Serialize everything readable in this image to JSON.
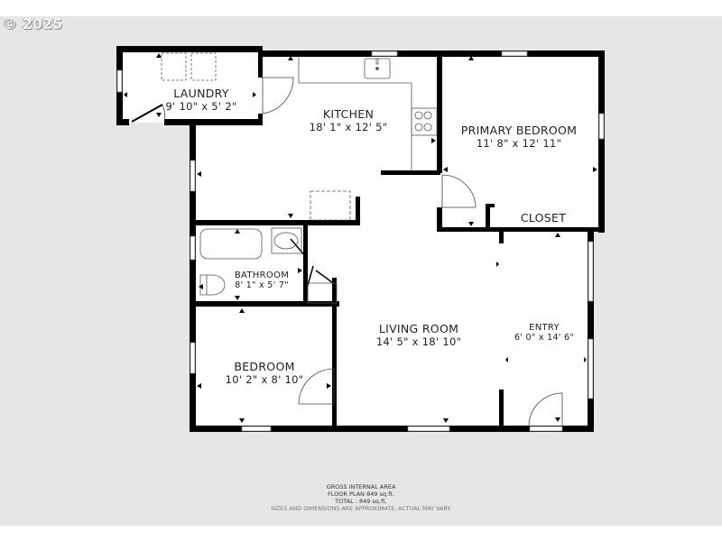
{
  "copyright": "© 2025",
  "rooms": {
    "laundry": {
      "name": "LAUNDRY",
      "dim": "9' 10\" x 5' 2\""
    },
    "kitchen": {
      "name": "KITCHEN",
      "dim": "18' 1\" x 12' 5\""
    },
    "primary_bedroom": {
      "name": "PRIMARY BEDROOM",
      "dim": "11' 8\" x 12' 11\""
    },
    "closet": {
      "name": "CLOSET"
    },
    "bathroom": {
      "name": "BATHROOM",
      "dim": "8' 1\" x 5' 7\""
    },
    "bedroom": {
      "name": "BEDROOM",
      "dim": "10' 2\" x 8' 10\""
    },
    "living_room": {
      "name": "LIVING ROOM",
      "dim": "14' 5\" x 18' 10\""
    },
    "entry": {
      "name": "ENTRY",
      "dim": "6' 0\" x 14' 6\""
    }
  },
  "footer": {
    "line1": "GROSS INTERNAL AREA",
    "line2": "FLOOR PLAN 849 sq.ft.",
    "line3": "TOTAL :  849 sq.ft.",
    "disclaimer": "SIZES AND DIMENSIONS ARE APPROXIMATE, ACTUAL MAY VARY."
  },
  "colors": {
    "background": "#e6e6e6",
    "wall": "#000000",
    "floor": "#ffffff",
    "fixture_line": "#555555"
  }
}
